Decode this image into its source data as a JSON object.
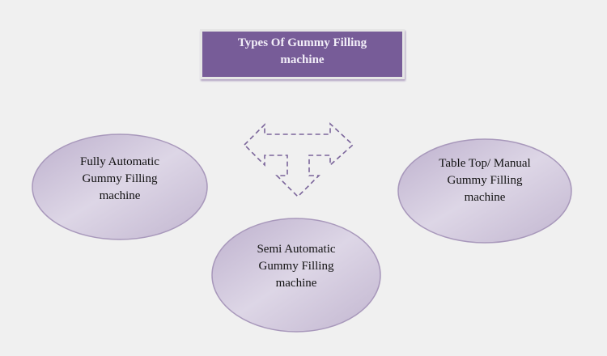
{
  "title": {
    "line1": "Types Of Gummy Filling",
    "line2": "machine"
  },
  "nodes": [
    {
      "line1": "Fully Automatic",
      "line2": "Gummy Filling",
      "line3": "machine"
    },
    {
      "line1": "Table Top/ Manual",
      "line2": "Gummy Filling",
      "line3": "machine"
    },
    {
      "line1": "Semi Automatic",
      "line2": "Gummy Filling",
      "line3": "machine"
    }
  ],
  "colors": {
    "title_bg": "#775c98",
    "arrow": "#7a649a",
    "ellipse_light": "#ddd6e6",
    "ellipse_dark": "#b9acc9"
  }
}
